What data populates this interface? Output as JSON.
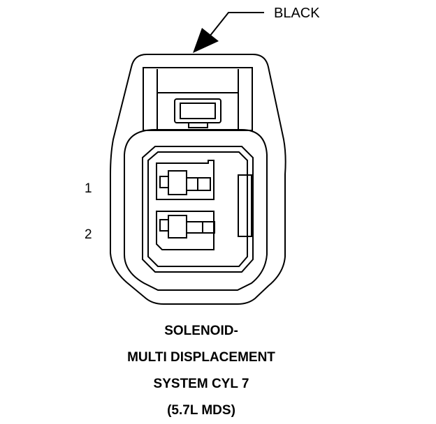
{
  "connector": {
    "color_label": "BLACK",
    "pins": [
      {
        "number": "1"
      },
      {
        "number": "2"
      }
    ]
  },
  "caption": {
    "line1": "SOLENOID-",
    "line2": "MULTI DISPLACEMENT",
    "line3": "SYSTEM CYL 7",
    "line4": "(5.7L MDS)"
  },
  "colors": {
    "stroke": "#000000",
    "background": "#ffffff"
  }
}
